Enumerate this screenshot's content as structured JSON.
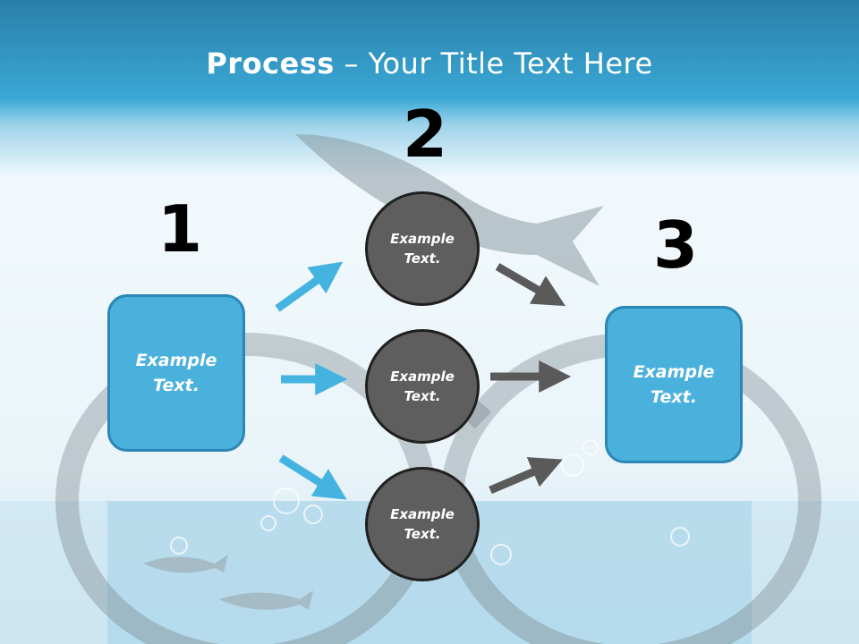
{
  "title": {
    "bold": "Process",
    "rest": " – Your Title Text Here"
  },
  "steps": [
    {
      "number": "1",
      "label_line1": "Example",
      "label_line2": "Text."
    },
    {
      "number": "2"
    },
    {
      "number": "3",
      "label_line1": "Example",
      "label_line2": "Text."
    }
  ],
  "circles": [
    {
      "line1": "Example",
      "line2": "Text."
    },
    {
      "line1": "Example",
      "line2": "Text."
    },
    {
      "line1": "Example",
      "line2": "Text."
    }
  ],
  "colors": {
    "blue_box": "#4ab0dc",
    "gray_circle": "#5e5e5e",
    "blue_arrow": "#45b3e0",
    "gray_arrow": "#5a5a5a",
    "title_bar": "#3aa8d6"
  }
}
